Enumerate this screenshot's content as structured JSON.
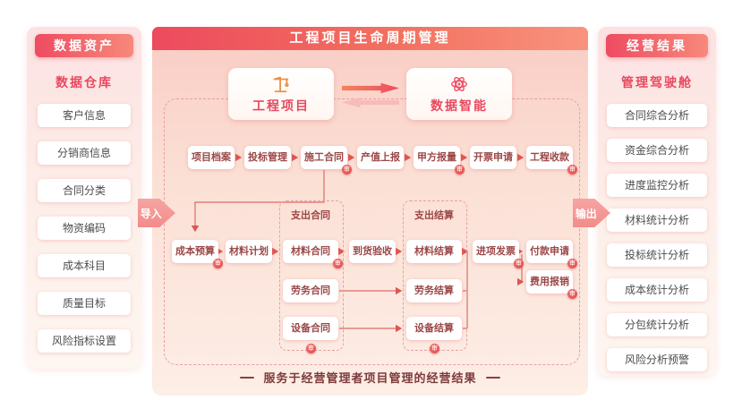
{
  "left_panel": {
    "header": "数据资产",
    "subtitle": "数据仓库",
    "items": [
      "客户信息",
      "分销商信息",
      "合同分类",
      "物资编码",
      "成本科目",
      "质量目标",
      "风险指标设置"
    ]
  },
  "center": {
    "header": "工程项目生命周期管理",
    "project_box": "工程项目",
    "intelligence_box": "数据智能",
    "row1": [
      "项目档案",
      "投标管理",
      "施工合同",
      "产值上报",
      "甲方报量",
      "开票申请",
      "工程收款"
    ],
    "cost_budget": "成本预算",
    "material_plan": "材料计划",
    "groups": [
      {
        "label": "支出合同",
        "items": [
          "材料合同",
          "劳务合同",
          "设备合同"
        ]
      },
      {
        "label": "支出结算",
        "items": [
          "材料结算",
          "劳务结算",
          "设备结算"
        ]
      }
    ],
    "arrival_check": "到货验收",
    "input_invoice": "进项发票",
    "payment_request": "付款申请",
    "expense_claim": "费用报销",
    "caption": "服务于经营管理者项目管理的经营结果",
    "badge_glyph": "审"
  },
  "flow_arrows": {
    "import": "导入",
    "export": "输出"
  },
  "right_panel": {
    "header": "经营结果",
    "subtitle": "管理驾驶舱",
    "items": [
      "合同综合分析",
      "资金综合分析",
      "进度监控分析",
      "材料统计分析",
      "投标统计分析",
      "成本统计分析",
      "分包统计分析",
      "风险分析预警"
    ]
  },
  "colors": {
    "accent_red": "#ee4b61",
    "accent_salmon": "#f7897b",
    "text_red": "#e8495f",
    "node_text": "#9c4747"
  }
}
